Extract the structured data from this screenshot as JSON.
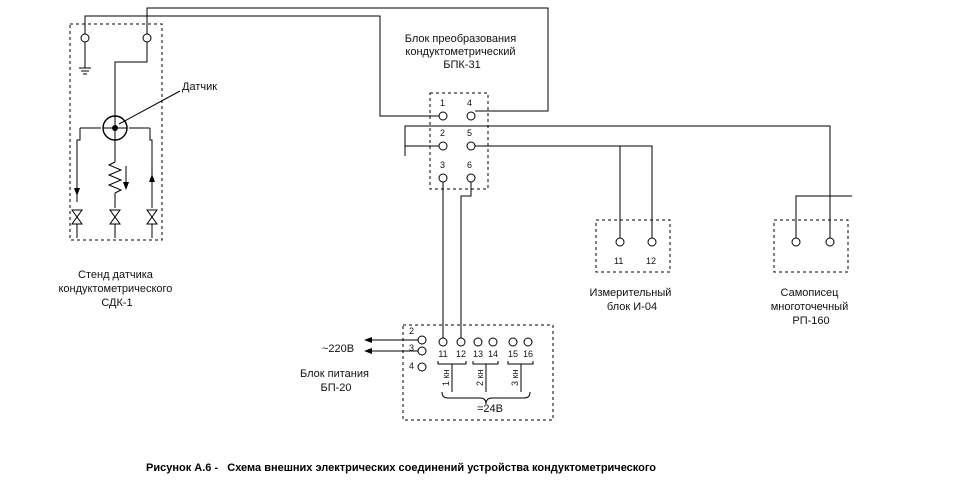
{
  "stand": {
    "label_lines": [
      "Стенд датчика",
      "кондуктометрического",
      "СДК-1"
    ],
    "sensor_label": "Датчик"
  },
  "converter": {
    "label_lines": [
      "Блок преобразования",
      "кондуктометрический",
      "БПК-31"
    ],
    "terminals": [
      "1",
      "4",
      "2",
      "5",
      "3",
      "6"
    ]
  },
  "measuring": {
    "label_lines": [
      "Измерительный",
      "блок И-04"
    ],
    "terminals": [
      "11",
      "12"
    ]
  },
  "recorder": {
    "label_lines": [
      "Самописец",
      "многоточечный",
      "РП-160"
    ]
  },
  "power": {
    "label_lines": [
      "Блок питания",
      "БП-20"
    ],
    "left_terminals": [
      "2",
      "3",
      "4"
    ],
    "top_terminals": [
      "11",
      "12",
      "13",
      "14",
      "15",
      "16"
    ],
    "channels": [
      "1 кн",
      "2 кн",
      "3 кн"
    ],
    "ac_label": "~220В",
    "dc_label": "=24В"
  },
  "caption": "Рисунок А.6 -   Схема внешних электрических соединений устройства кондуктометрического"
}
